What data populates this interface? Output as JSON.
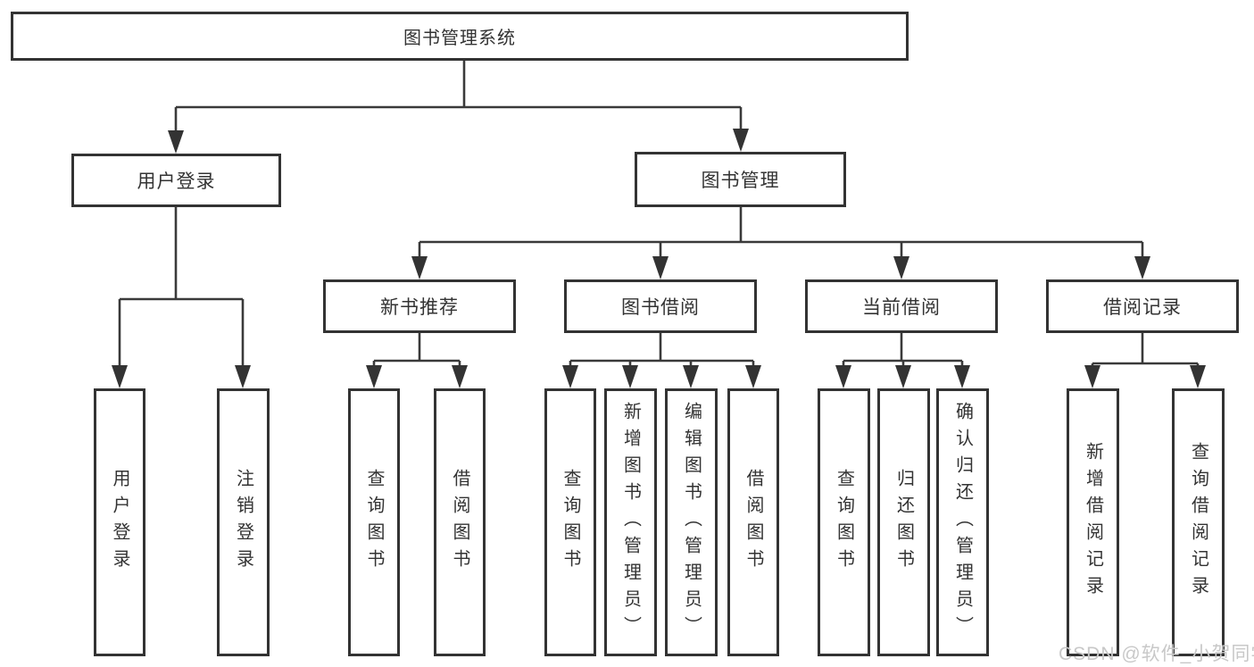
{
  "diagram_type": "hierarchy-tree",
  "tree": {
    "label": "图书管理系统",
    "children": [
      {
        "label": "用户登录",
        "children": [
          {
            "label": "用户登录"
          },
          {
            "label": "注销登录"
          }
        ]
      },
      {
        "label": "图书管理",
        "children": [
          {
            "label": "新书推荐",
            "children": [
              {
                "label": "查询图书"
              },
              {
                "label": "借阅图书"
              }
            ]
          },
          {
            "label": "图书借阅",
            "children": [
              {
                "label": "查询图书"
              },
              {
                "label": "新增图书（管理员）"
              },
              {
                "label": "编辑图书（管理员）"
              },
              {
                "label": "借阅图书"
              }
            ]
          },
          {
            "label": "当前借阅",
            "children": [
              {
                "label": "查询图书"
              },
              {
                "label": "归还图书"
              },
              {
                "label": "确认归还（管理员）"
              }
            ]
          },
          {
            "label": "借阅记录",
            "children": [
              {
                "label": "新增借阅记录"
              },
              {
                "label": "查询借阅记录"
              }
            ]
          }
        ]
      }
    ]
  },
  "watermark": {
    "text": "CSDN @软件_小贺同学"
  },
  "colors": {
    "background": "#ffffff",
    "line": "#3a3a3a",
    "box_border": "#333333",
    "text": "#333333",
    "watermark": "#c8c8c8"
  }
}
